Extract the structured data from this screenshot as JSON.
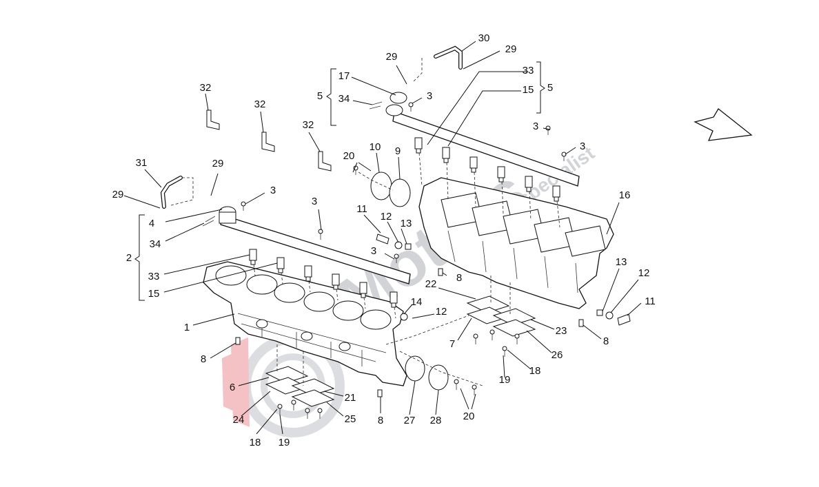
{
  "colors": {
    "line": "#111111",
    "watermark_gray": "#9aa0a8",
    "watermark_red": "#e0525a",
    "background": "#ffffff"
  },
  "watermark": {
    "brand": "Motors",
    "tagline": "specialist"
  },
  "icons": {
    "direction": "arrow-right-down-icon"
  },
  "callouts": [
    {
      "id": "c30",
      "text": "30"
    },
    {
      "id": "c29a",
      "text": "29"
    },
    {
      "id": "c29b",
      "text": "29"
    },
    {
      "id": "c33a",
      "text": "33"
    },
    {
      "id": "c15a",
      "text": "15"
    },
    {
      "id": "c5a",
      "text": "5"
    },
    {
      "id": "c5b",
      "text": "5"
    },
    {
      "id": "c17",
      "text": "17"
    },
    {
      "id": "c34a",
      "text": "34"
    },
    {
      "id": "c3a",
      "text": "3"
    },
    {
      "id": "c3b",
      "text": "3"
    },
    {
      "id": "c3c",
      "text": "3"
    },
    {
      "id": "c32a",
      "text": "32"
    },
    {
      "id": "c32b",
      "text": "32"
    },
    {
      "id": "c32c",
      "text": "32"
    },
    {
      "id": "c20a",
      "text": "20"
    },
    {
      "id": "c10",
      "text": "10"
    },
    {
      "id": "c9",
      "text": "9"
    },
    {
      "id": "c31",
      "text": "31"
    },
    {
      "id": "c29c",
      "text": "29"
    },
    {
      "id": "c29d",
      "text": "29"
    },
    {
      "id": "c3d",
      "text": "3"
    },
    {
      "id": "c3e",
      "text": "3"
    },
    {
      "id": "c4",
      "text": "4"
    },
    {
      "id": "c11a",
      "text": "11"
    },
    {
      "id": "c12a",
      "text": "12"
    },
    {
      "id": "c13a",
      "text": "13"
    },
    {
      "id": "c2",
      "text": "2"
    },
    {
      "id": "c34b",
      "text": "34"
    },
    {
      "id": "c3f",
      "text": "3"
    },
    {
      "id": "c8a",
      "text": "8"
    },
    {
      "id": "c16",
      "text": "16"
    },
    {
      "id": "c33b",
      "text": "33"
    },
    {
      "id": "c15b",
      "text": "15"
    },
    {
      "id": "c22",
      "text": "22"
    },
    {
      "id": "c14",
      "text": "14"
    },
    {
      "id": "c12b",
      "text": "12"
    },
    {
      "id": "c13b",
      "text": "13"
    },
    {
      "id": "c12c",
      "text": "12"
    },
    {
      "id": "c11b",
      "text": "11"
    },
    {
      "id": "c1",
      "text": "1"
    },
    {
      "id": "c7",
      "text": "7"
    },
    {
      "id": "c23",
      "text": "23"
    },
    {
      "id": "c8b",
      "text": "8"
    },
    {
      "id": "c26",
      "text": "26"
    },
    {
      "id": "c8c",
      "text": "8"
    },
    {
      "id": "c18a",
      "text": "18"
    },
    {
      "id": "c19a",
      "text": "19"
    },
    {
      "id": "c6",
      "text": "6"
    },
    {
      "id": "c21",
      "text": "21"
    },
    {
      "id": "c24",
      "text": "24"
    },
    {
      "id": "c25",
      "text": "25"
    },
    {
      "id": "c8d",
      "text": "8"
    },
    {
      "id": "c27",
      "text": "27"
    },
    {
      "id": "c28",
      "text": "28"
    },
    {
      "id": "c20b",
      "text": "20"
    },
    {
      "id": "c18b",
      "text": "18"
    },
    {
      "id": "c19b",
      "text": "19"
    }
  ]
}
